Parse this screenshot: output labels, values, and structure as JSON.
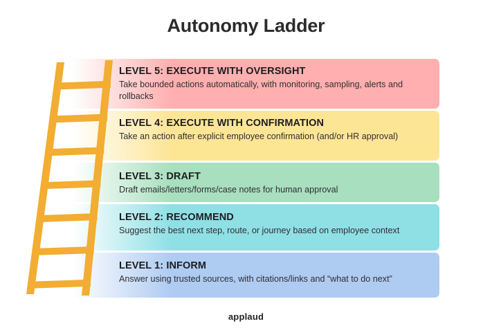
{
  "slide": {
    "title": "Autonomy Ladder",
    "background_color": "#ffffff",
    "footer_logo": "applaud",
    "ladder_color": "#F2AD32"
  },
  "chart_data": {
    "type": "bar",
    "title": "Autonomy Ladder",
    "xlabel": "",
    "ylabel": "",
    "categories": [
      "LEVEL 5: EXECUTE WITH OVERSIGHT",
      "LEVEL 4: EXECUTE WITH CONFIRMATION",
      "LEVEL 3: DRAFT",
      "LEVEL 2: RECOMMEND",
      "LEVEL 1: INFORM"
    ],
    "values": [
      5,
      4,
      3,
      2,
      1
    ],
    "legend_position": "none",
    "grid": false,
    "note": "Stacked horizontal bands forming a ladder of increasing AI autonomy, level 1 at bottom to level 5 at top."
  },
  "levels": [
    {
      "id": "level-5",
      "title": "LEVEL 5: EXECUTE WITH OVERSIGHT",
      "description": "Take bounded actions automatically, with monitoring, sampling, alerts and rollbacks",
      "color": "#FFAFAF",
      "rank": 5
    },
    {
      "id": "level-4",
      "title": "LEVEL 4: EXECUTE WITH CONFIRMATION",
      "description": "Take an action after explicit employee confirmation (and/or HR approval)",
      "color": "#FDE596",
      "rank": 4
    },
    {
      "id": "level-3",
      "title": "LEVEL 3: DRAFT",
      "description": "Draft emails/letters/forms/case notes for human approval",
      "color": "#A8DFBE",
      "rank": 3
    },
    {
      "id": "level-2",
      "title": "LEVEL 2: RECOMMEND",
      "description": "Suggest the best next step, route, or journey based on employee context",
      "color": "#8EE0E5",
      "rank": 2
    },
    {
      "id": "level-1",
      "title": "LEVEL 1: INFORM",
      "description": "Answer using trusted sources, with citations/links and “what to do next”",
      "color": "#AECBF2",
      "rank": 1
    }
  ]
}
